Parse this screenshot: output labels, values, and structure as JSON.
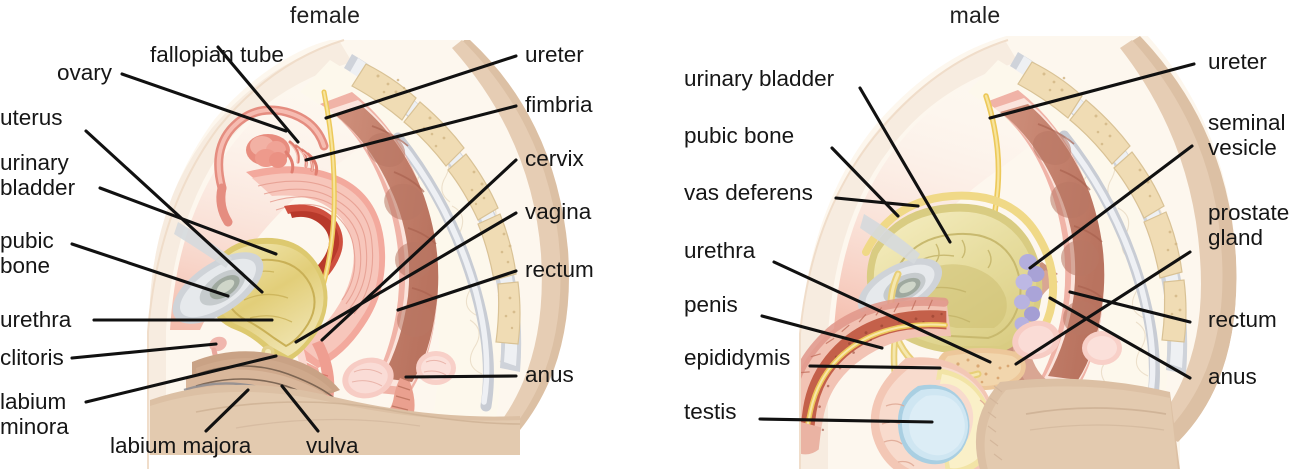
{
  "figure": {
    "type": "anatomical-diagram",
    "subject": "human reproductive system, sagittal (side) view",
    "panel_count": 2
  },
  "panels": [
    {
      "id": "female",
      "title": "female",
      "labels_left": [
        {
          "key": "ovary",
          "text": "ovary"
        },
        {
          "key": "fallopian_tube",
          "text": "fallopian tube"
        },
        {
          "key": "uterus",
          "text": "uterus"
        },
        {
          "key": "urinary_bladder",
          "text": "urinary\nbladder"
        },
        {
          "key": "pubic_bone",
          "text": "pubic\nbone"
        },
        {
          "key": "urethra",
          "text": "urethra"
        },
        {
          "key": "clitoris",
          "text": "clitoris"
        },
        {
          "key": "labium_minora",
          "text": "labium\nminora"
        }
      ],
      "labels_bottom": [
        {
          "key": "labium_majora",
          "text": "labium majora"
        },
        {
          "key": "vulva",
          "text": "vulva"
        }
      ],
      "labels_right": [
        {
          "key": "ureter",
          "text": "ureter"
        },
        {
          "key": "fimbria",
          "text": "fimbria"
        },
        {
          "key": "cervix",
          "text": "cervix"
        },
        {
          "key": "vagina",
          "text": "vagina"
        },
        {
          "key": "rectum",
          "text": "rectum"
        },
        {
          "key": "anus",
          "text": "anus"
        }
      ]
    },
    {
      "id": "male",
      "title": "male",
      "labels_left": [
        {
          "key": "urinary_bladder",
          "text": "urinary bladder"
        },
        {
          "key": "pubic_bone",
          "text": "pubic bone"
        },
        {
          "key": "vas_deferens",
          "text": "vas deferens"
        },
        {
          "key": "urethra",
          "text": "urethra"
        },
        {
          "key": "penis",
          "text": "penis"
        },
        {
          "key": "epididymis",
          "text": "epididymis"
        },
        {
          "key": "testis",
          "text": "testis"
        }
      ],
      "labels_right": [
        {
          "key": "ureter",
          "text": "ureter"
        },
        {
          "key": "seminal_vesicle",
          "text": "seminal\nvesicle"
        },
        {
          "key": "prostate_gland",
          "text": "prostate\ngland"
        },
        {
          "key": "rectum",
          "text": "rectum"
        },
        {
          "key": "anus",
          "text": "anus"
        }
      ]
    }
  ],
  "colors": {
    "leader_line": "#111111",
    "label_text": "#161616",
    "skin": "#dcc0a4",
    "skin_light": "#e8d2bb",
    "fat": "#fdf6ea",
    "muscle_pink": "#f0b3a7",
    "uterus_pink": "#ef9e94",
    "vagina_pink": "#f6c9c0",
    "bladder_yellow": "#e7d78f",
    "bladder_yellow_male": "#e8dd9e",
    "colon_brown": "#c58572",
    "vertebra_tan": "#efdcb6",
    "vertebra_gray": "#c3c6cd",
    "ureter_yellow": "#f0cf5e",
    "seminal_vesicle_purple": "#b3aedd",
    "testis_blue": "#cfe6f2",
    "penis_red": "#c4604a",
    "background": "#ffffff"
  }
}
